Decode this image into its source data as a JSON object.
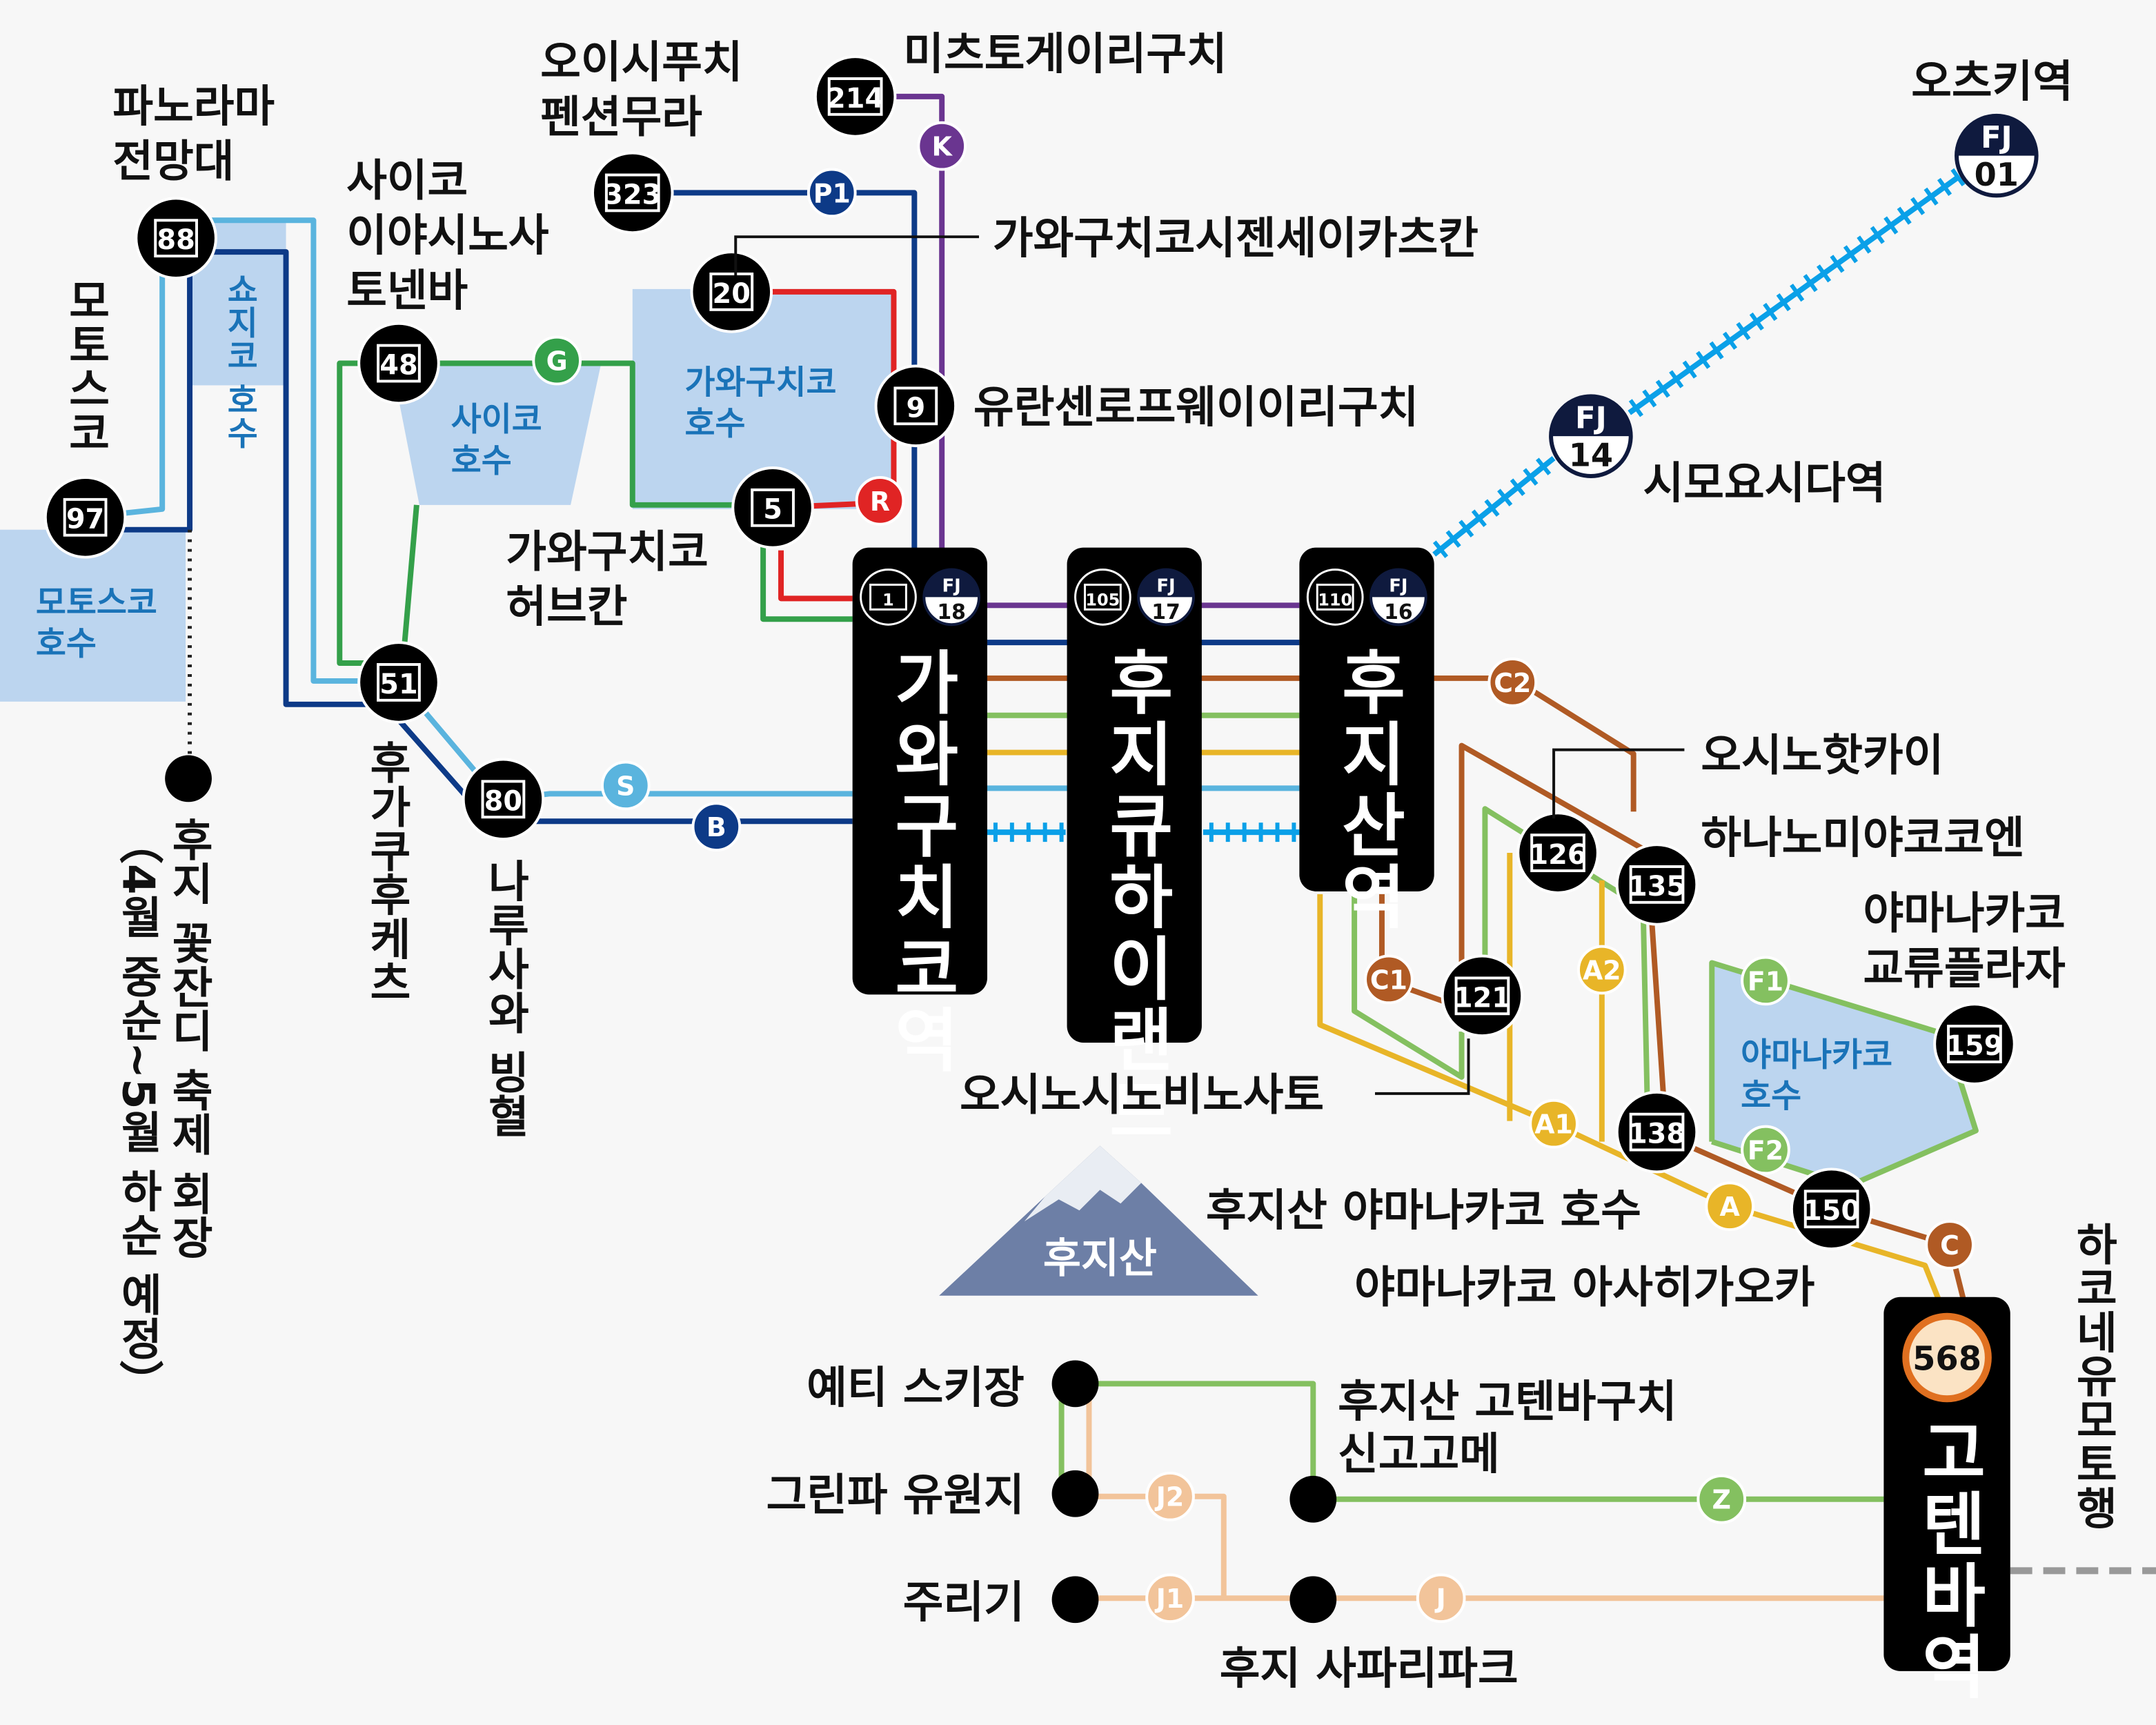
{
  "colors": {
    "light_blue": "#5ab4de",
    "dark_blue": "#0d3a87",
    "green": "#34a04a",
    "red": "#e02424",
    "purple": "#6a3590",
    "brown": "#b05a24",
    "light_green": "#84c060",
    "yellow": "#e8b528",
    "peach": "#f2c49a",
    "railway": "#0aa0e8",
    "lake": "#bcd5ef",
    "lake_text": "#1a73b8"
  },
  "stops": {
    "s88": "88",
    "s97": "97",
    "s48": "48",
    "s51": "51",
    "s80": "80",
    "s323": "323",
    "s214": "214",
    "s20": "20",
    "s9": "9",
    "s5": "5",
    "s126": "126",
    "s135": "135",
    "s121": "121",
    "s138": "138",
    "s150": "150",
    "s159": "159"
  },
  "routes": {
    "K": "K",
    "P1": "P1",
    "G": "G",
    "R": "R",
    "S": "S",
    "B": "B",
    "C2": "C2",
    "C1": "C1",
    "A2": "A2",
    "A1": "A1",
    "A": "A",
    "C": "C",
    "F1": "F1",
    "F2": "F2",
    "J2": "J2",
    "J1": "J1",
    "J": "J",
    "Z": "Z"
  },
  "rail": {
    "fj14": {
      "line": "FJ",
      "num": "14"
    },
    "fj01": {
      "line": "FJ",
      "num": "01"
    }
  },
  "terminals": {
    "kawaguchiko": {
      "name": "가와구치코역",
      "stop": "1",
      "line": "FJ",
      "num": "18"
    },
    "fujiq": {
      "name": "후지큐하이랜드",
      "stop": "105",
      "line": "FJ",
      "num": "17"
    },
    "fujisan": {
      "name": "후지산역",
      "stop": "110",
      "line": "FJ",
      "num": "16"
    },
    "gotemba": {
      "name": "고텐바역",
      "stop": "568"
    }
  },
  "lakes": {
    "motosuko": [
      "모토스코",
      "호수"
    ],
    "shojiko": "쇼지코 호수",
    "saiko": [
      "사이코",
      "호수"
    ],
    "kawaguchiko": [
      "가와구치코",
      "호수"
    ],
    "yamanakako": [
      "야마나카코",
      "호수"
    ]
  },
  "labels": {
    "panorama": [
      "파노라마",
      "전망대"
    ],
    "motosuko": "모토스코",
    "saiko_iyashi": [
      "사이코",
      "이야시노사",
      "토넨바"
    ],
    "oishi": [
      "오이시푸치",
      "펜션무라"
    ],
    "mitsutoge": "미츠토게이리구치",
    "shizen": "가와구치코시젠세이카츠칸",
    "ropeway": "유란센로프웨이이리구치",
    "herb": [
      "가와구치코",
      "허브칸"
    ],
    "otsuki": "오츠키역",
    "shimoyoshida": "시모요시다역",
    "oshino_hakkai": "오시노핫카이",
    "hananomiyako": "하나노미야코코엔",
    "yamanakako_plaza": [
      "야마나카코",
      "교류플라자"
    ],
    "shinobi": "오시노시노비노사토",
    "fujisan_yamanakako": "후지산 야마나카코 호수",
    "asahigaoka": "야마나카코 아사히가오카",
    "yeti": "예티 스키장",
    "grinpa": "그린파 유원지",
    "juriki": "주리기",
    "gotemba_guchi": [
      "후지산 고텐바구치",
      "신고고메"
    ],
    "safari": "후지 사파리파크",
    "hakone": "하코네유모토행",
    "fugaku": "후가쿠후케츠",
    "narusawa": "나루사와 빙혈",
    "shibazakura": "후지 꽃잔디 축제 회장",
    "shibazakura_period": "（4월 중순~5월 하순 예정）",
    "mount_fuji": "후지산"
  }
}
